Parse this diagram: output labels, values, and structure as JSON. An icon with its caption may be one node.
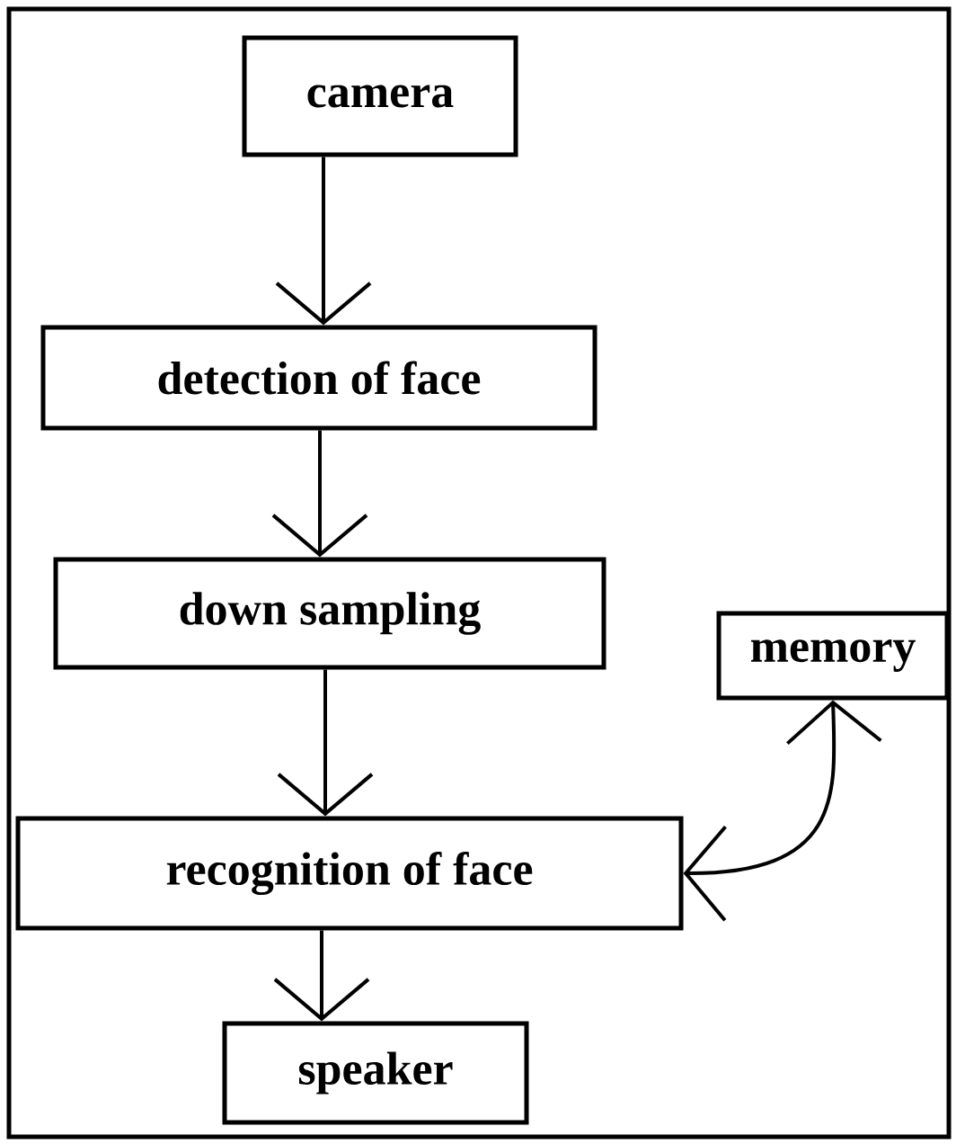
{
  "diagram": {
    "nodes": [
      {
        "text": [
          "camera"
        ]
      },
      {
        "text": [
          "detection of face"
        ]
      },
      {
        "text": [
          "down sampling"
        ]
      },
      {
        "text": [
          "recognition of face"
        ]
      },
      {
        "text": [
          "speaker"
        ]
      },
      {
        "text": [
          "memory"
        ]
      }
    ],
    "edges": [
      {
        "from": 0,
        "to": 1,
        "arrow": "to"
      },
      {
        "from": 1,
        "to": 2,
        "arrow": "to"
      },
      {
        "from": 2,
        "to": 3,
        "arrow": "to"
      },
      {
        "from": 3,
        "to": 4,
        "arrow": "to"
      },
      {
        "from": 3,
        "to": 5,
        "arrow": "both"
      }
    ]
  }
}
